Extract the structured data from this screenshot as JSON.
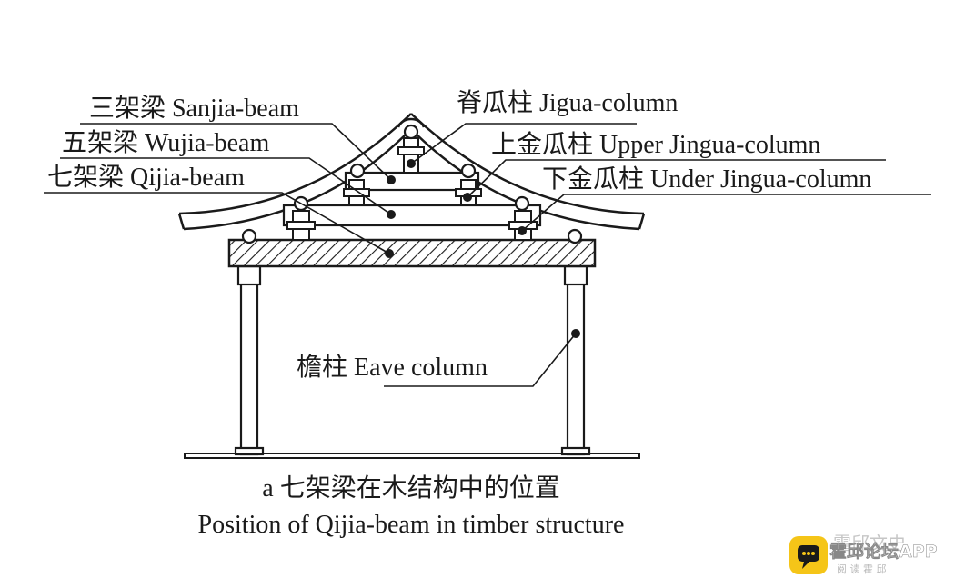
{
  "labels": {
    "sanjia": "三架梁 Sanjia-beam",
    "wujia": "五架梁  Wujia-beam",
    "qijia": "七架梁 Qijia-beam",
    "jigua": "脊瓜柱  Jigua-column",
    "upper": "上金瓜柱  Upper Jingua-column",
    "under": "下金瓜柱  Under Jingua-column",
    "eave": "檐柱  Eave column"
  },
  "caption": {
    "line1": "a 七架梁在木结构中的位置",
    "line2": "Position of Qijia-beam in timber structure"
  },
  "watermark": {
    "title": "霍邱论坛APP",
    "sub": "阅 读 霍 邱",
    "overlay": "霍邱文史",
    "badge_color": "#f5c518"
  },
  "colors": {
    "ink": "#1a1a1a",
    "background": "#ffffff"
  }
}
